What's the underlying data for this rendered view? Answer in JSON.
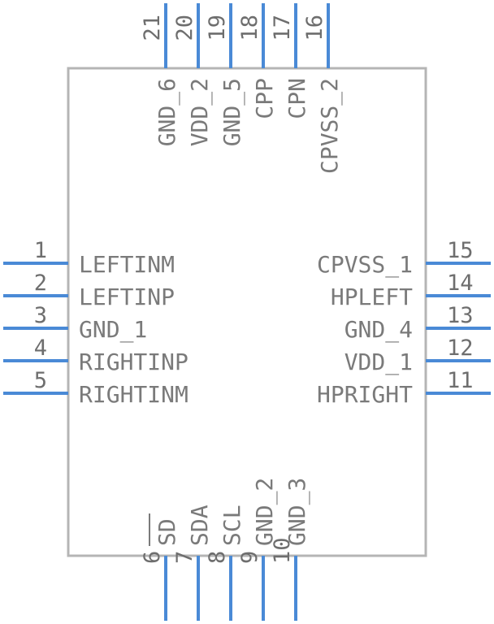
{
  "colors": {
    "body_stroke": "#b5b5b5",
    "pin": "#4a8ad6",
    "text": "#7a7a7a"
  },
  "pins": {
    "left": [
      {
        "number": "1",
        "name": "LEFTINM"
      },
      {
        "number": "2",
        "name": "LEFTINP"
      },
      {
        "number": "3",
        "name": "GND_1"
      },
      {
        "number": "4",
        "name": "RIGHTINP"
      },
      {
        "number": "5",
        "name": "RIGHTINM"
      }
    ],
    "right": [
      {
        "number": "15",
        "name": "CPVSS_1"
      },
      {
        "number": "14",
        "name": "HPLEFT"
      },
      {
        "number": "13",
        "name": "GND_4"
      },
      {
        "number": "12",
        "name": "VDD_1"
      },
      {
        "number": "11",
        "name": "HPRIGHT"
      }
    ],
    "top": [
      {
        "number": "21",
        "name": "GND_6"
      },
      {
        "number": "20",
        "name": "VDD_2"
      },
      {
        "number": "19",
        "name": "GND_5"
      },
      {
        "number": "18",
        "name": "CPP"
      },
      {
        "number": "17",
        "name": "CPN"
      },
      {
        "number": "16",
        "name": "CPVSS_2"
      }
    ],
    "bottom": [
      {
        "number": "6",
        "name": "SD",
        "overbar": true
      },
      {
        "number": "7",
        "name": "SDA"
      },
      {
        "number": "8",
        "name": "SCL"
      },
      {
        "number": "9",
        "name": "GND_2"
      },
      {
        "number": "10",
        "name": "GND_3"
      }
    ]
  }
}
